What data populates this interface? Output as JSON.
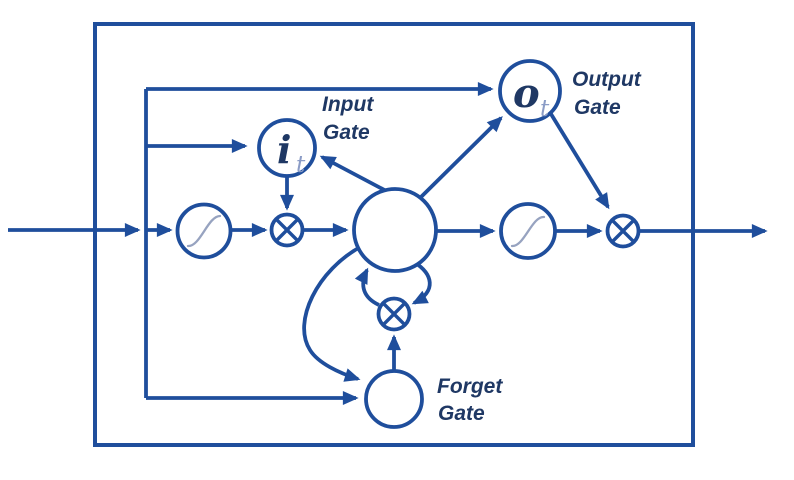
{
  "colors": {
    "bg": "#ffffff",
    "line": "#1f4e9c",
    "text": "#1f3864",
    "sub": "#8b9cc6",
    "sigmoid": "#97a3c0"
  },
  "gates": {
    "input": {
      "label_line1": "Input",
      "label_line2": "Gate",
      "symbol_main": "i",
      "symbol_sub": "t"
    },
    "output": {
      "label_line1": "Output",
      "label_line2": "Gate",
      "symbol_main": "o",
      "symbol_sub": "t"
    },
    "forget": {
      "label_line1": "Forget",
      "label_line2": "Gate"
    }
  },
  "icons": {
    "multiply": "circle-with-x",
    "activation": "sigmoid-curve"
  }
}
